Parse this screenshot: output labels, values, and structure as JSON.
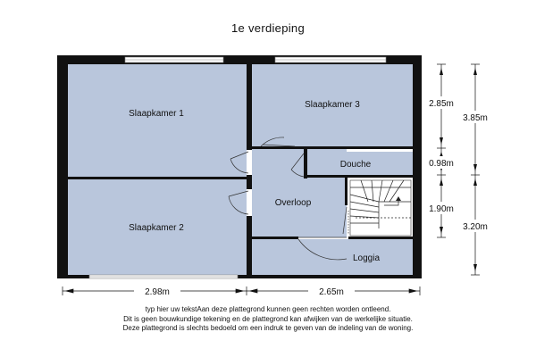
{
  "title": "1e verdieping",
  "rooms": {
    "slaapkamer1": "Slaapkamer 1",
    "slaapkamer2": "Slaapkamer 2",
    "slaapkamer3": "Slaapkamer 3",
    "douche": "Douche",
    "overloop": "Overloop",
    "loggia": "Loggia"
  },
  "dimensions": {
    "width_left": "2.98m",
    "width_right": "2.65m",
    "height_slaapkamer3": "2.85m",
    "height_douche": "0.98m",
    "height_overloop": "1.90m",
    "height_upper_total": "3.85m",
    "height_lower_total": "3.20m"
  },
  "disclaimer": [
    "typ hier uw tekstAan deze plattegrond kunnen geen rechten worden ontleend.",
    "Dit is geen bouwkundige tekening en de plattegrond kan afwijken van de werkelijke situatie.",
    "Deze plattegrond is slechts bedoeld om een indruk te geven van de indeling van de woning."
  ],
  "colors": {
    "room_fill": "#b9c6dc",
    "wall": "#111111",
    "background": "#ffffff"
  }
}
